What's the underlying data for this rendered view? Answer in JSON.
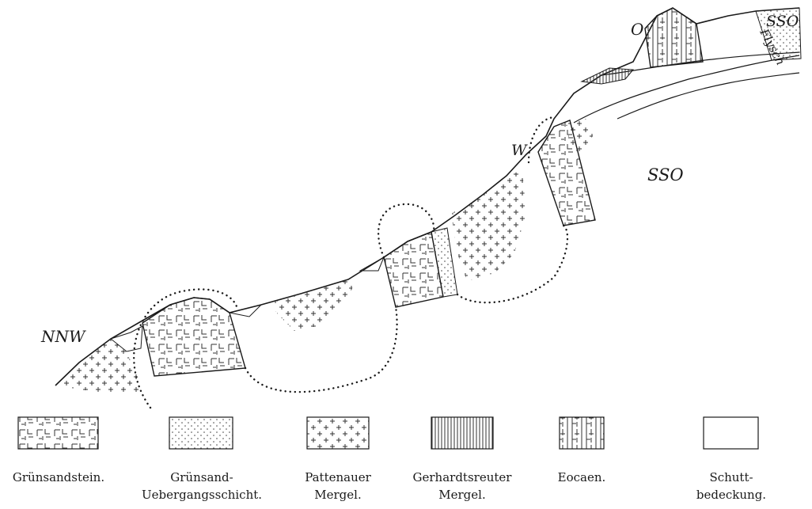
{
  "labels": {
    "nnw": "NNW",
    "sso_top": "SSO",
    "sso_mid": "SSO",
    "o": "O",
    "w": "W",
    "flysch": "Flysch"
  },
  "legend": [
    {
      "id": "gruensandstein",
      "line1": "Grünsandstein.",
      "line2": ""
    },
    {
      "id": "gruensand_uebergang",
      "line1": "Grünsand-",
      "line2": "Uebergangsschicht."
    },
    {
      "id": "pattenauer",
      "line1": "Pattenauer",
      "line2": "Mergel."
    },
    {
      "id": "gerhardtsreuter",
      "line1": "Gerhardtsreuter",
      "line2": "Mergel."
    },
    {
      "id": "eocaen",
      "line1": "Eocaen.",
      "line2": ""
    },
    {
      "id": "schutt",
      "line1": "Schutt-",
      "line2": "bedeckung."
    }
  ]
}
